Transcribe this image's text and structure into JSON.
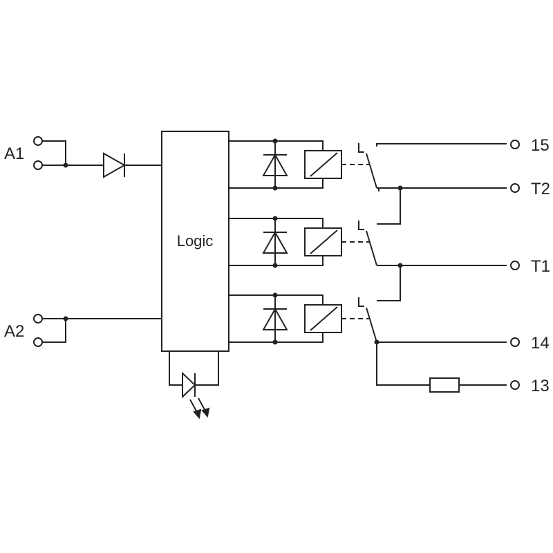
{
  "labels": {
    "a1": "A1",
    "a2": "A2",
    "logic": "Logic",
    "t15": "15",
    "t2": "T2",
    "t1": "T1",
    "t14": "14",
    "t13": "13"
  },
  "components": {
    "relays": 3,
    "diodes": 4,
    "led": 1,
    "fuse": 1
  }
}
